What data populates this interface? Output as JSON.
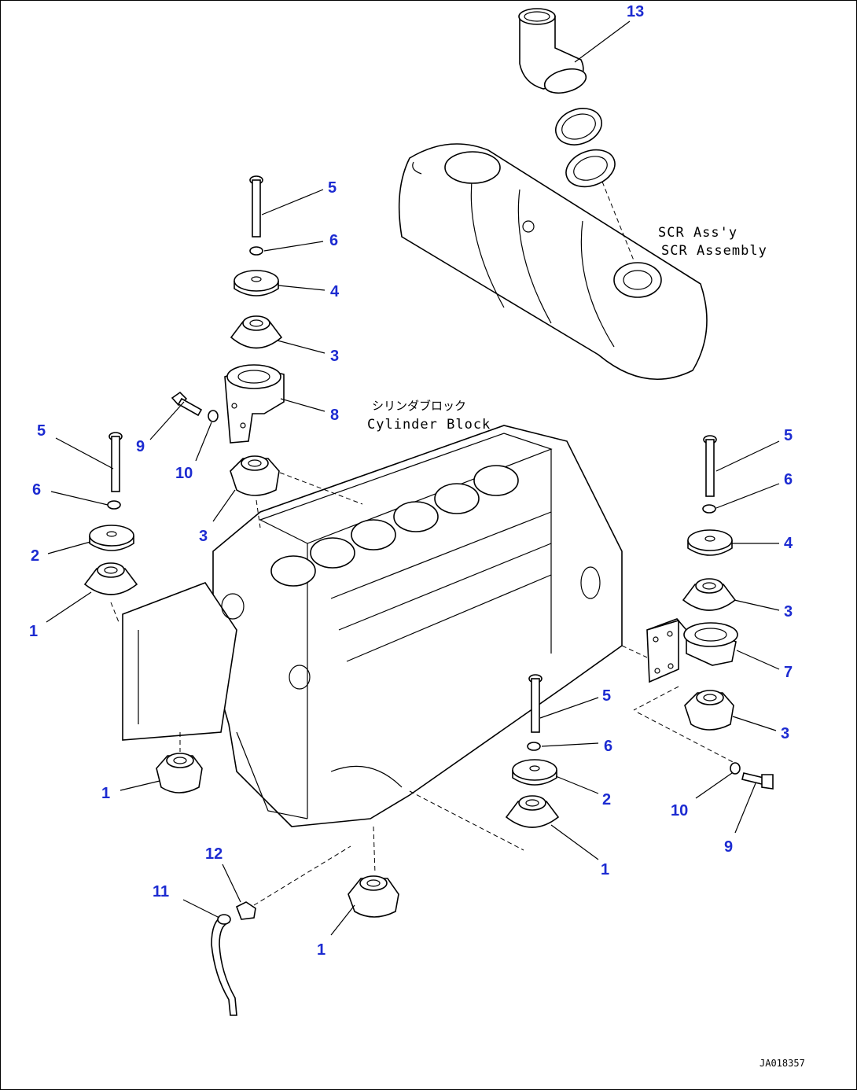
{
  "drawing_id": "JA018357",
  "labels": {
    "cylinder_block_jp": "シリンダブロック",
    "cylinder_block_en": "Cylinder Block",
    "scr_assy": "SCR Ass'y",
    "scr_assembly": "SCR Assembly"
  },
  "colors": {
    "callout": "#1c2bd1",
    "line": "#000000"
  },
  "callouts": {
    "c13": "13",
    "c5_top": "5",
    "c6_top": "6",
    "c4_top": "4",
    "c3_top": "3",
    "c8": "8",
    "c9_left": "9",
    "c10_left": "10",
    "c3_mid": "3",
    "c5_left": "5",
    "c6_left": "6",
    "c2_left": "2",
    "c1_left": "1",
    "c5_right": "5",
    "c6_right": "6",
    "c4_right": "4",
    "c3_right": "3",
    "c7": "7",
    "c3_right_low": "3",
    "c5_center": "5",
    "c6_center": "6",
    "c2_center": "2",
    "c1_center": "1",
    "c10_right": "10",
    "c9_right": "9",
    "c1_block": "1",
    "c12": "12",
    "c11": "11",
    "c1_bottom": "1"
  }
}
